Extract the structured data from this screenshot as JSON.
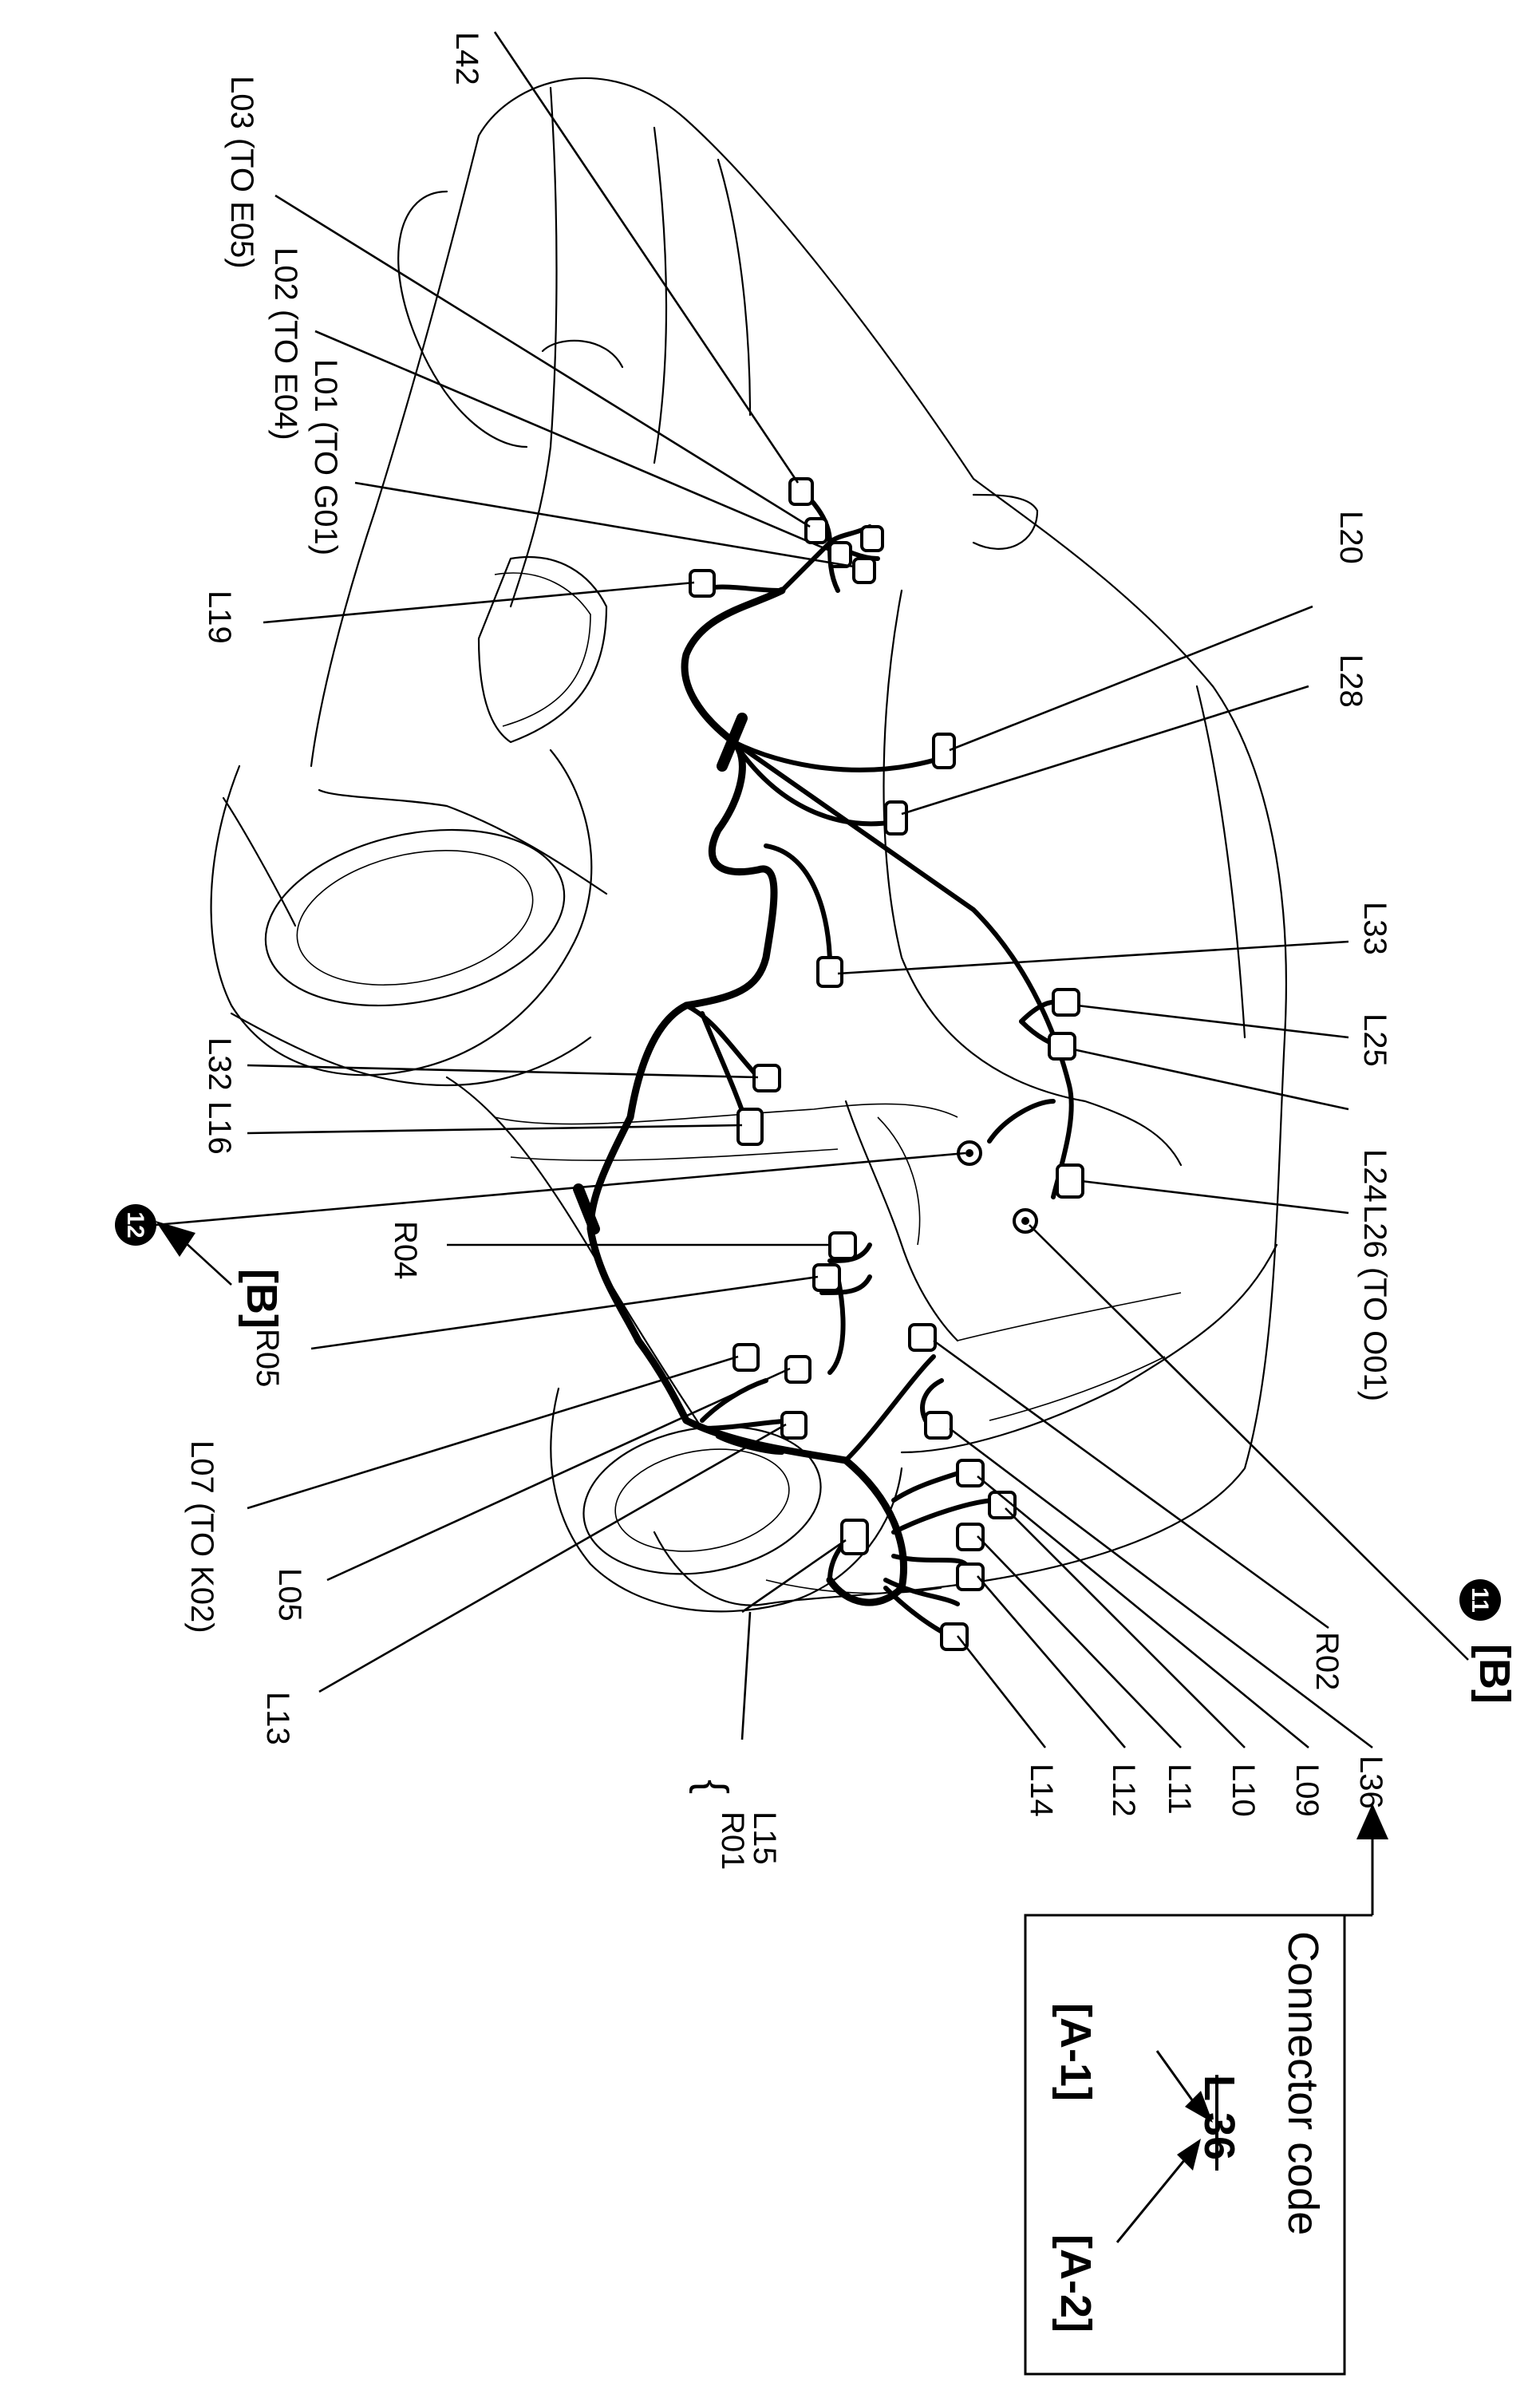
{
  "labels": {
    "L42": "L42",
    "L03": "L03 (TO E05)",
    "L02": "L02 (TO E04)",
    "L01": "L01 (TO G01)",
    "L19": "L19",
    "L20": "L20",
    "L28": "L28",
    "L33": "L33",
    "L25": "L25",
    "L24": "L24",
    "L26": "L26 (TO O01)",
    "L32": "L32",
    "L16": "L16",
    "R04": "R04",
    "B12": "[B]",
    "R05": "R05",
    "L07": "L07 (TO K02)",
    "L05": "L05",
    "L13": "L13",
    "L15": "L15",
    "R01": "R01",
    "L14": "L14",
    "L12": "L12",
    "L11": "L11",
    "L10": "L10",
    "L09": "L09",
    "R02": "R02",
    "L36": "L36",
    "B11": "[B]"
  },
  "markers": {
    "m11": "11",
    "m12": "12"
  },
  "legend": {
    "title": "Connector code",
    "code": "L 36",
    "a1": "[A-1]",
    "a2": "[A-2]"
  }
}
